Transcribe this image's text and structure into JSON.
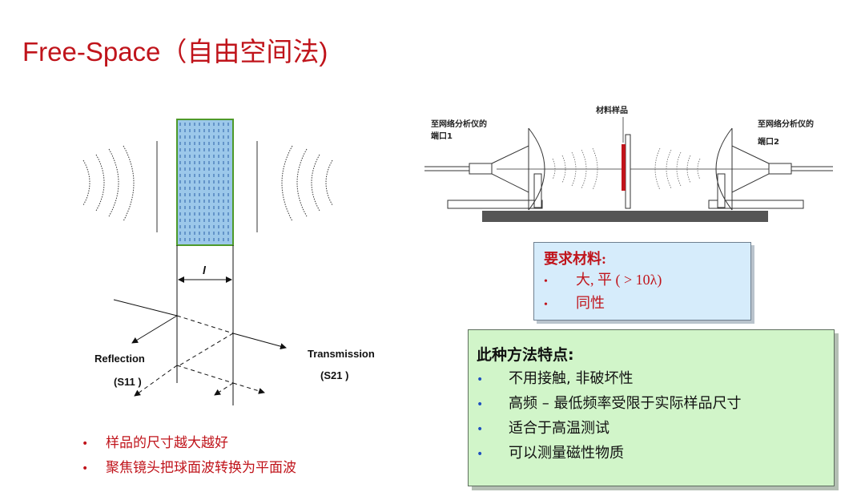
{
  "title": "Free-Space（自由空间法)",
  "left_diagram": {
    "thickness_label": "l",
    "reflection_label": "Reflection",
    "reflection_param": "(S11 )",
    "transmission_label": "Transmission",
    "transmission_param": "(S21 )"
  },
  "left_bullets": [
    "样品的尺寸越大越好",
    "聚焦镜头把球面波转换为平面波"
  ],
  "setup_diagram": {
    "sample_label": "材料样品",
    "port1_label_line1": "至网络分析仪的",
    "port1_label_line2": "端口1",
    "port2_label_line1": "至网络分析仪的",
    "port2_label_line2": "端口2"
  },
  "requirements": {
    "heading": "要求材料:",
    "items": [
      "大, 平 ( > 10λ)",
      "同性"
    ]
  },
  "features": {
    "heading": "此种方法特点:",
    "items": [
      "不用接触, 非破坏性",
      "高频 – 最低频率受限于实际样品尺寸",
      "适合于高温测试",
      "可以测量磁性物质"
    ]
  },
  "colors": {
    "title_red": "#c0141b",
    "sample_fill": "#9cc8ea",
    "sample_border": "#4e9a2a",
    "requirement_box_bg": "#d6ecfb",
    "feature_box_bg": "#d1f5c9",
    "bullet_blue": "#1f4fbf"
  }
}
